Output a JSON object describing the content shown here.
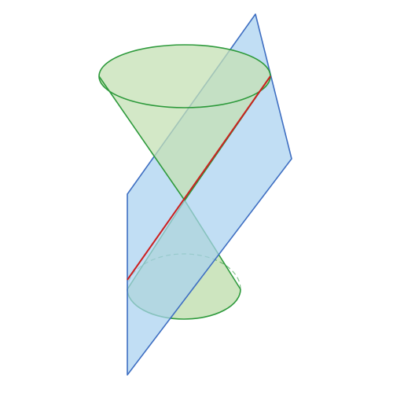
{
  "figure": {
    "description_text": "",
    "colors": {
      "background": "#ffffff",
      "cone_fill": "#c4e0b4",
      "cone_stroke": "#2e9a3c",
      "plane_fill": "#a9d1f0",
      "plane_stroke": "#3f6fc2",
      "intersection_line": "#cc2020"
    },
    "shapes": {
      "upper_nappe": "cone-top",
      "lower_nappe": "cone-bottom",
      "plane": "cutting-plane",
      "section": "intersection-line"
    }
  }
}
